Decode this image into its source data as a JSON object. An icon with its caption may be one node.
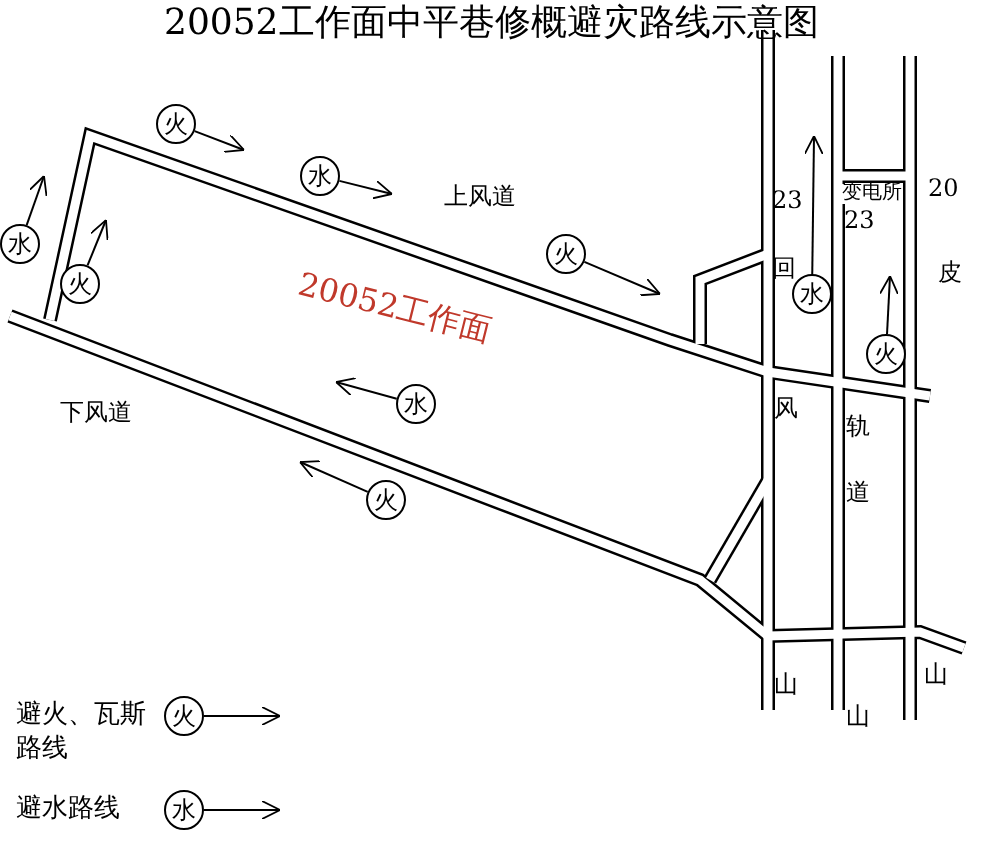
{
  "diagram": {
    "title": "20052工作面中平巷修概避灾路线示意图",
    "nodes": [
      {
        "text": [
          "火"
        ]
      },
      {
        "text": [
          "水"
        ]
      },
      {
        "text": [
          "水"
        ]
      },
      {
        "text": [
          "火"
        ]
      },
      {
        "text": [
          "火"
        ]
      },
      {
        "text": [
          "水"
        ]
      },
      {
        "text": [
          "火"
        ]
      },
      {
        "text": [
          "水"
        ]
      },
      {
        "text": [
          "火"
        ]
      },
      {
        "text": [
          "火"
        ]
      },
      {
        "text": [
          "水"
        ]
      }
    ],
    "edges": [
      {
        "from": 0,
        "to": null,
        "arrow": "to"
      },
      {
        "from": 1,
        "to": null,
        "arrow": "to"
      },
      {
        "from": 2,
        "to": null,
        "arrow": "to"
      },
      {
        "from": 3,
        "to": null,
        "arrow": "to"
      },
      {
        "from": 4,
        "to": null,
        "arrow": "to"
      },
      {
        "from": 5,
        "to": null,
        "arrow": "to"
      },
      {
        "from": 6,
        "to": null,
        "arrow": "to"
      },
      {
        "from": 7,
        "to": null,
        "arrow": "to"
      },
      {
        "from": 8,
        "to": null,
        "arrow": "to"
      },
      {
        "from": 9,
        "to": null,
        "arrow": "to"
      },
      {
        "from": 10,
        "to": null,
        "arrow": "to"
      }
    ],
    "labels": [
      "上风道",
      "下风道",
      "20052工作面",
      "23",
      "回",
      "风",
      "山",
      "变电所",
      "23",
      "轨",
      "道",
      "山",
      "20",
      "皮",
      "山"
    ],
    "legend": [
      {
        "text": "避火、瓦斯路线"
      },
      {
        "text": "避水路线"
      }
    ]
  }
}
